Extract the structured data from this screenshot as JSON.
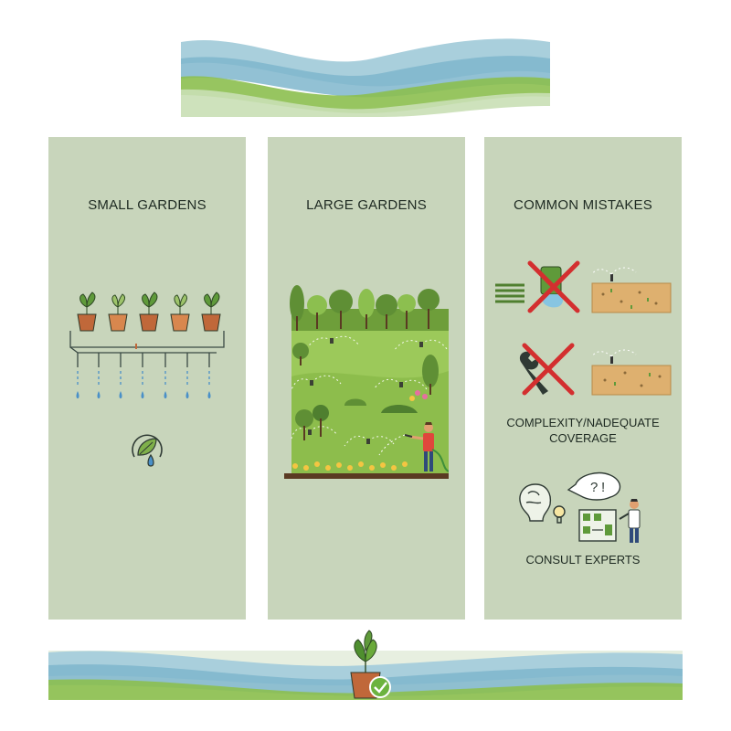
{
  "panels": {
    "small": {
      "title": "SMALL GARDENS",
      "icons": [
        "potted-plant-icon",
        "drip-irrigation-icon",
        "leaf-water-drop-icon"
      ]
    },
    "large": {
      "title": "LARGE GARDENS",
      "icons": [
        "sprinkler-icon",
        "gardener-with-hose-icon",
        "tree-icon"
      ]
    },
    "mistakes": {
      "title": "COMMON MISTAKES",
      "items": [
        "COMPLEXITY/NADEQUATE\nCOVERAGE",
        "CONSULT EXPERTS"
      ],
      "icons": [
        "no-hose-leak-icon",
        "no-wrench-icon",
        "dry-soil-sprinkler-icon",
        "brain-idea-icon",
        "expert-planner-icon"
      ]
    }
  },
  "colors": {
    "panel": "#c8d5bb",
    "wave_blue": "#7fb6cc",
    "wave_green": "#8cbf4f",
    "terracotta": "#c0683a",
    "check": "#6cb33f",
    "cross": "#d32f2f"
  }
}
